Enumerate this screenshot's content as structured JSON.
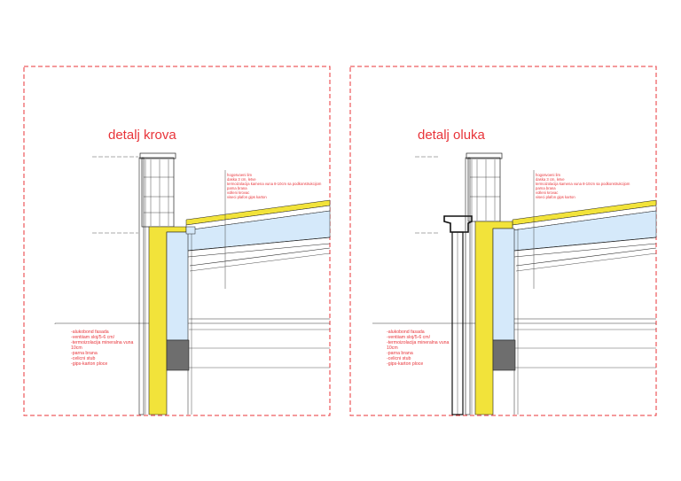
{
  "colors": {
    "frame": "#e8343a",
    "text": "#e8343a",
    "insulation": "#f2e33a",
    "foam": "#d5e9fa",
    "line": "#1a1a1a",
    "masonry": "#6e6e6e"
  },
  "panels": [
    {
      "title": "detalj  krova",
      "notes": [
        "hogosvoeni lim",
        "daska 3 cm, letve",
        "termoizolacija kamena vuna 8-10cm sa podkonstrukcijom",
        "parna brana",
        "volleni krovac",
        "viseci plafon gips karton"
      ],
      "legend": [
        "-alukobond fasada",
        "-ventiiam sloj/5-6 cm/",
        "-termoizolacija mineralna vuna",
        "10cm",
        "-parna brana",
        "-celicni stub",
        "-gips-karton ploce"
      ]
    },
    {
      "title": "detalj  oluka",
      "notes": [
        "hogosvoeni lim",
        "daska 3 cm, letve",
        "termoizolacija kamena vuna 8-10cm sa podkonstrukcijom",
        "parna brana",
        "volleni krovac",
        "viseci plafon gips karton"
      ],
      "legend": [
        "-alukobond fasada",
        "-ventiiam sloj/5-6 cm/",
        "-termoizolacija mineralna vuna",
        "10cm",
        "-parna brana",
        "-celicni stub",
        "-gips-karton ploce"
      ]
    }
  ]
}
